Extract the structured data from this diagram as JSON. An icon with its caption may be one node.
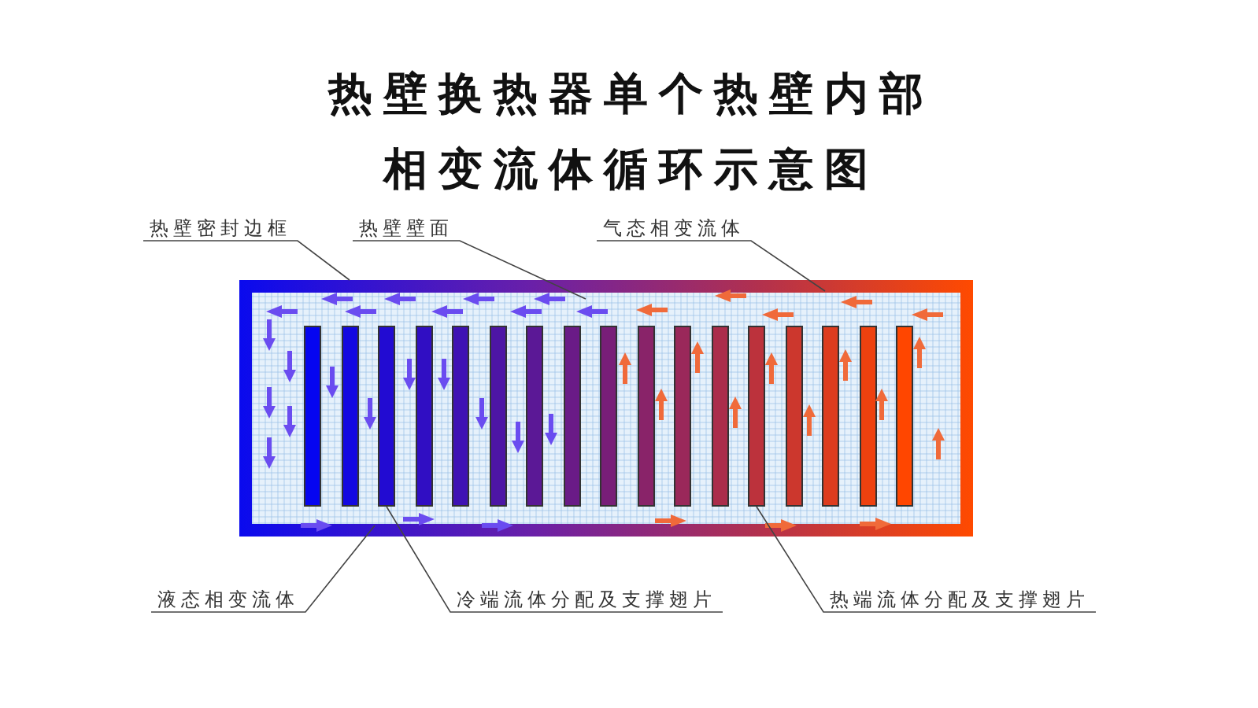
{
  "diagram": {
    "title": "热壁换热器单个热壁内部相变流体循环示意图",
    "nodes": [
      {
        "text": [
          "热壁密封边框"
        ]
      },
      {
        "text": [
          "热壁壁面"
        ]
      },
      {
        "text": [
          "气态相变流体"
        ]
      },
      {
        "text": [],
        "shape": "box"
      },
      {
        "text": [],
        "shape": "bar",
        "in": 3
      },
      {
        "text": [],
        "shape": "bar",
        "in": 3
      },
      {
        "text": [],
        "shape": "bar",
        "in": 3
      },
      {
        "text": [],
        "shape": "bar",
        "in": 3
      },
      {
        "text": [],
        "shape": "bar",
        "in": 3
      },
      {
        "text": [],
        "shape": "bar",
        "in": 3
      },
      {
        "text": [],
        "shape": "bar",
        "in": 3
      },
      {
        "text": [],
        "shape": "bar",
        "in": 3
      },
      {
        "text": [],
        "shape": "bar",
        "in": 3
      },
      {
        "text": [],
        "shape": "bar",
        "in": 3
      },
      {
        "text": [],
        "shape": "bar",
        "in": 3
      },
      {
        "text": [],
        "shape": "bar",
        "in": 3
      },
      {
        "text": [],
        "shape": "bar",
        "in": 3
      },
      {
        "text": [],
        "shape": "bar",
        "in": 3
      },
      {
        "text": [],
        "shape": "bar",
        "in": 3
      },
      {
        "text": [],
        "shape": "bar",
        "in": 3
      },
      {
        "text": [],
        "shape": "bar",
        "in": 3
      },
      {
        "text": [
          "液态相变流体"
        ]
      },
      {
        "text": [
          "冷端流体分配及支撑翅片"
        ]
      },
      {
        "text": [
          "热端流体分配及支撑翅片"
        ]
      }
    ],
    "edges": [
      {
        "from": 0,
        "to": 3,
        "arrow": "none"
      },
      {
        "from": 1,
        "to": 3,
        "arrow": "none"
      },
      {
        "from": 2,
        "to": 3,
        "arrow": "none"
      },
      {
        "from": 21,
        "to": 3,
        "arrow": "none"
      },
      {
        "from": 22,
        "to": 6,
        "arrow": "none"
      },
      {
        "from": 23,
        "to": 16,
        "arrow": "none"
      }
    ]
  }
}
